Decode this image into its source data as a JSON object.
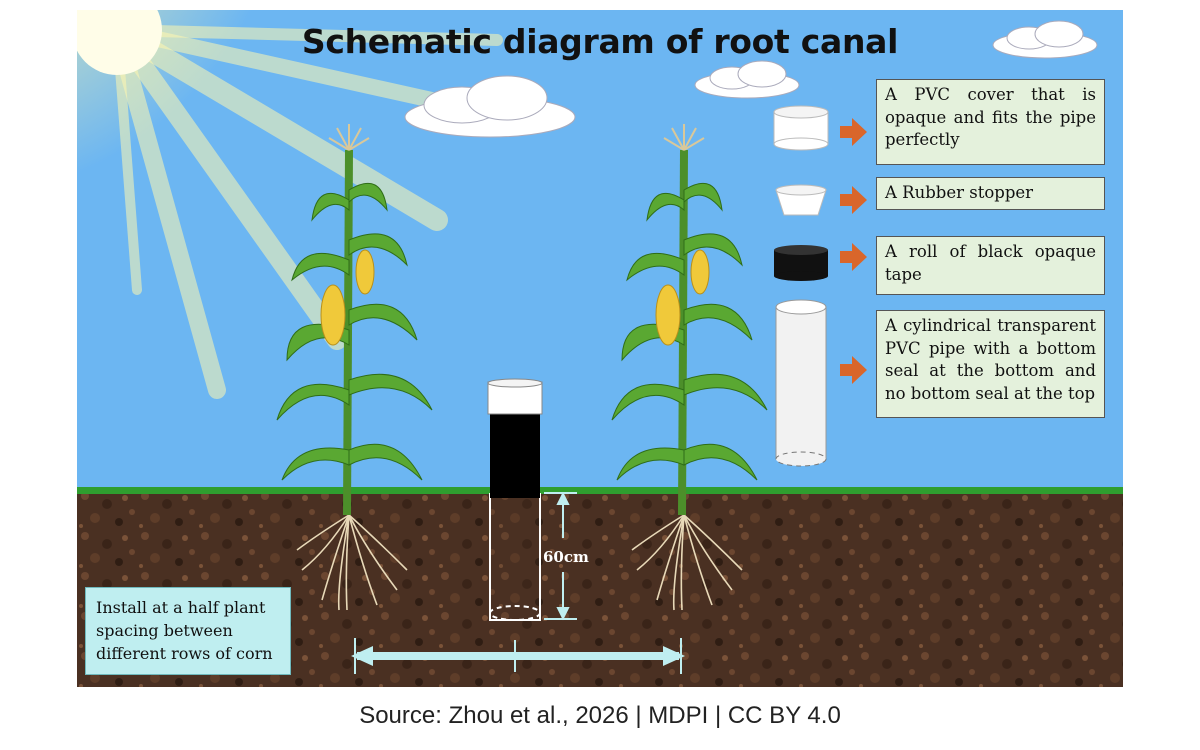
{
  "title": "Schematic diagram of root canal",
  "components": [
    {
      "icon": "pvc-cover-icon",
      "label": "A PVC cover that is opaque and fits the pipe perfectly"
    },
    {
      "icon": "rubber-stopper-icon",
      "label": "A Rubber stopper"
    },
    {
      "icon": "black-tape-roll-icon",
      "label": "A roll of black opaque tape"
    },
    {
      "icon": "transparent-pipe-icon",
      "label": "A cylindrical transparent PVC pipe with a bottom seal at the bottom and no bottom seal at the top"
    }
  ],
  "depth_label": "60cm",
  "install_note": "Install at a half plant spacing between different rows of corn",
  "source": "Source: Zhou et al., 2026 | MDPI | CC BY 4.0",
  "colors": {
    "sky": "#6cb6f2",
    "soil": "#4a3022",
    "grass": "#2f9e2f",
    "label_box": "#e4f1dc",
    "note_box": "#bfeef0",
    "arrow": "#d9662b",
    "measure": "#bfeef0"
  }
}
